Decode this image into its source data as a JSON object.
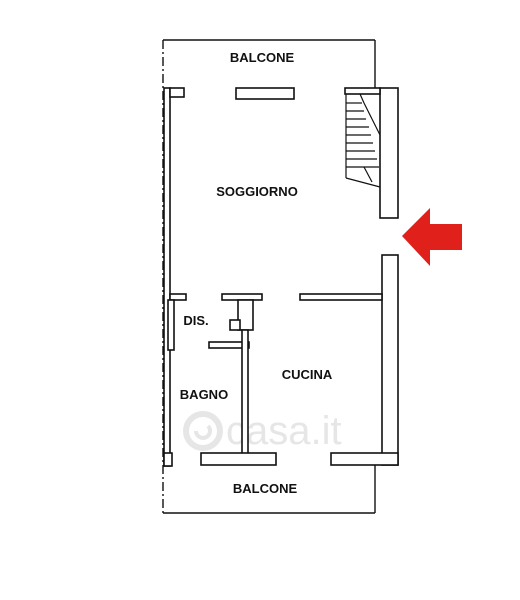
{
  "floor_plan": {
    "rooms": {
      "balcone_top": "BALCONE",
      "soggiorno": "SOGGIORNO",
      "dis": "DIS.",
      "bagno": "BAGNO",
      "cucina": "CUCINA",
      "balcone_bottom": "BALCONE"
    },
    "watermark": "casa.it",
    "entrance_arrow_color": "#e0201b",
    "wall_color": "#111111",
    "icons": {
      "entrance": "arrow-left-icon",
      "stairs": "staircase-icon",
      "watermark_logo": "casa-it-logo-icon"
    }
  }
}
